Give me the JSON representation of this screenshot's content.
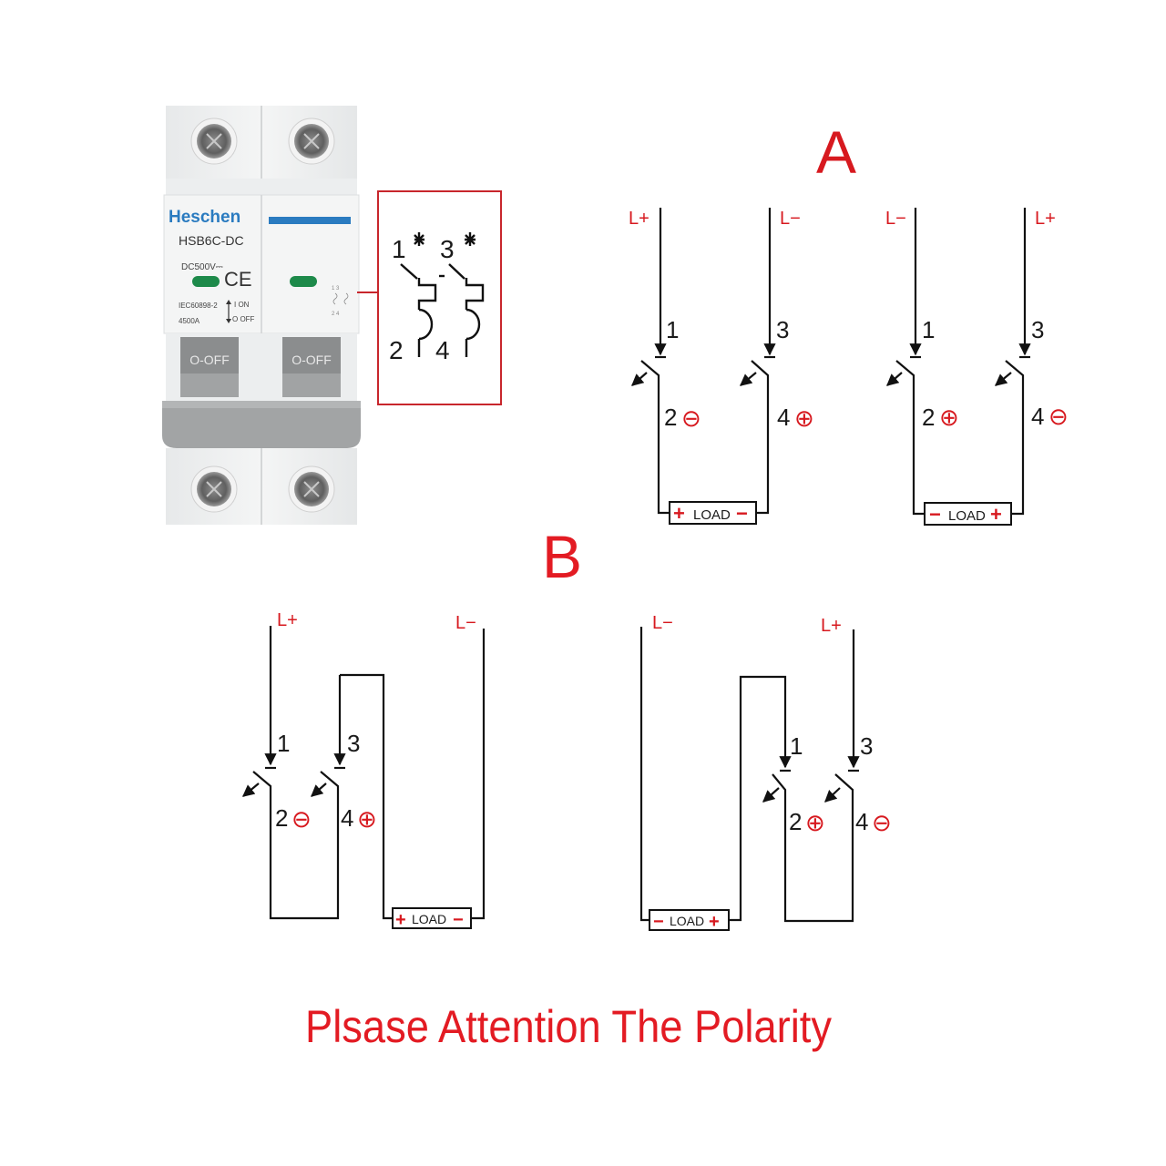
{
  "product": {
    "brand": "Heschen",
    "model": "HSB6C-DC",
    "voltage": "DC500V⎓",
    "ce_mark": "CE",
    "standard": "IEC60898-2",
    "breaking_capacity": "4500A",
    "on_label": "I ON",
    "off_label": "O OFF",
    "toggle_labels": [
      "O-OFF",
      "O-OFF"
    ],
    "brand_color": "#2a7bc0",
    "indicator_color": "#1d8a4a"
  },
  "symbol_box": {
    "terminals_top": [
      "1",
      "3"
    ],
    "terminals_bottom": [
      "2",
      "4"
    ],
    "border_color": "#c8262c"
  },
  "section_a": {
    "label": "A",
    "circuits": [
      {
        "left_line": "L+",
        "right_line": "L−",
        "t1": "1",
        "t3": "3",
        "t2": "2",
        "t2_polarity": "⊖",
        "t4": "4",
        "t4_polarity": "⊕",
        "load_left": "+",
        "load_text": "LOAD",
        "load_right": "−"
      },
      {
        "left_line": "L−",
        "right_line": "L+",
        "t1": "1",
        "t3": "3",
        "t2": "2",
        "t2_polarity": "⊕",
        "t4": "4",
        "t4_polarity": "⊖",
        "load_left": "−",
        "load_text": "LOAD",
        "load_right": "+"
      }
    ]
  },
  "section_b": {
    "label": "B",
    "circuits": [
      {
        "left_line": "L+",
        "right_line": "L−",
        "t1": "1",
        "t3": "3",
        "t2": "2",
        "t2_polarity": "⊖",
        "t4": "4",
        "t4_polarity": "⊕",
        "load_left": "+",
        "load_text": "LOAD",
        "load_right": "−"
      },
      {
        "left_line": "L−",
        "right_line": "L+",
        "t1": "1",
        "t3": "3",
        "t2": "2",
        "t2_polarity": "⊕",
        "t4": "4",
        "t4_polarity": "⊖",
        "load_left": "−",
        "load_text": "LOAD",
        "load_right": "+"
      }
    ]
  },
  "footer": {
    "warning": "Plsase Attention The Polarity"
  },
  "colors": {
    "accent_red": "#e31b23",
    "wire": "#111111"
  }
}
